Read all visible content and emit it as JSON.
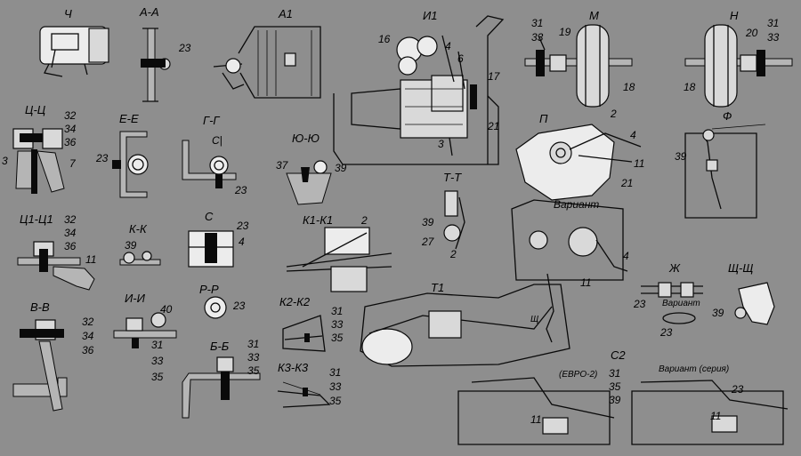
{
  "views": {
    "ch": {
      "title": "Ч"
    },
    "aa": {
      "title": "А-А",
      "n1": "23"
    },
    "a1": {
      "title": "А1"
    },
    "i1": {
      "title": "И1",
      "n16": "16",
      "n4": "4",
      "n6": "6",
      "n17": "17",
      "n21": "21",
      "n3": "3"
    },
    "m": {
      "title": "М",
      "n31": "31",
      "n33": "33",
      "n19": "19",
      "n18": "18"
    },
    "n": {
      "title": "Н",
      "n31": "31",
      "n33": "33",
      "n20": "20",
      "n18": "18"
    },
    "tsts": {
      "title": "Ц-Ц",
      "n32": "32",
      "n34": "34",
      "n36": "36",
      "n3": "3",
      "n7": "7"
    },
    "ee": {
      "title": "Е-Е",
      "n23": "23"
    },
    "gg": {
      "title": "Г-Г",
      "sub": "С|",
      "n23": "23"
    },
    "yuyu": {
      "title": "Ю-Ю",
      "n37": "37",
      "n39": "39"
    },
    "p": {
      "title": "П",
      "n2": "2",
      "n4": "4",
      "n11": "11",
      "n21": "21",
      "variant": "Вариант",
      "n4b": "4",
      "n11b": "11"
    },
    "f": {
      "title": "Ф",
      "n39": "39"
    },
    "tt": {
      "title": "Т-Т",
      "n39": "39",
      "n27": "27",
      "n2": "2"
    },
    "ts1": {
      "title": "Ц1-Ц1",
      "n32": "32",
      "n34": "34",
      "n36": "36",
      "n11": "11"
    },
    "kk": {
      "title": "К-К",
      "n39": "39"
    },
    "c": {
      "title": "С",
      "n23": "23",
      "n4": "4"
    },
    "k1": {
      "title": "К1-К1",
      "n2": "2"
    },
    "zh": {
      "title": "Ж",
      "n23": "23",
      "variant": "Вариант",
      "n23b": "23"
    },
    "shsh": {
      "title": "Щ-Щ",
      "n39": "39"
    },
    "t1": {
      "title": "Т1",
      "sh": "Щ"
    },
    "vv": {
      "title": "В-В",
      "n32": "32",
      "n34": "34",
      "n36": "36"
    },
    "ii": {
      "title": "И-И",
      "n40": "40",
      "n31": "31",
      "n33": "33",
      "n35": "35"
    },
    "rr": {
      "title": "Р-Р",
      "n23": "23"
    },
    "k2": {
      "title": "К2-К2",
      "n31": "31",
      "n33": "33",
      "n35": "35"
    },
    "bb": {
      "title": "Б-Б",
      "n31": "31",
      "n33": "33",
      "n35": "35"
    },
    "k3": {
      "title": "К3-К3",
      "n31": "31",
      "n33": "33",
      "n35": "35"
    },
    "c2": {
      "title": "С2",
      "euro": "(ЕВРО-2)",
      "n31": "31",
      "n35": "35",
      "n39": "39",
      "n11": "11",
      "variant": "Вариант (серия)",
      "n23": "23",
      "n11b": "11"
    }
  }
}
